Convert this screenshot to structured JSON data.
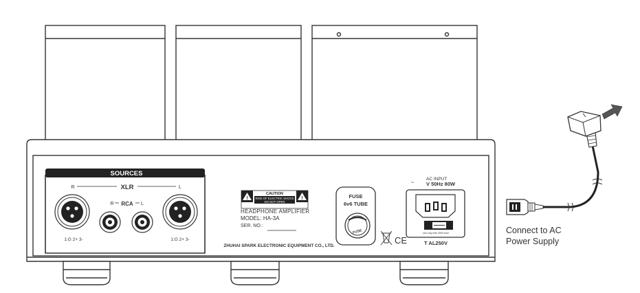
{
  "panel": {
    "sources_title": "SOURCES",
    "xlr_label": "XLR",
    "rca_label": "RCA",
    "xlr_right": "R",
    "xlr_left": "L",
    "rca_right": "R",
    "rca_left": "L",
    "xlr_pinout_right": "1:G  2+  3-",
    "xlr_pinout_left": "1:G  2+  3-"
  },
  "label_plate": {
    "caution_title": "CAUTION",
    "caution_line1": "RISK OF ELECTRIC SHOCK",
    "caution_line2": "DO NOT OPEN",
    "product": "HEADPHONE AMPLIFIER",
    "model": "MODEL:  HA-3A",
    "serial": "SER. NO.:",
    "manufacturer": "ZHUHAI SPARK ELECTRONIC EQUIPMENT CO., LTD."
  },
  "fuse_box": {
    "title": "FUSE",
    "subtitle": "6v6 TUBE",
    "cap_text": "FUSE"
  },
  "ac_inlet": {
    "tilde": "~",
    "input_label": "AC INPUT",
    "rating": "V 50Hz 80W",
    "fuse_rating": "T AL250V",
    "note": "use only with 250V fuse"
  },
  "marks": {
    "ce": "CE"
  },
  "caption": {
    "line1": "Connect to AC",
    "line2": "Power Supply"
  },
  "colors": {
    "stroke": "#333333",
    "fill_light": "#f7f7f7",
    "fill_dark": "#222222",
    "arrow": "#555555"
  }
}
